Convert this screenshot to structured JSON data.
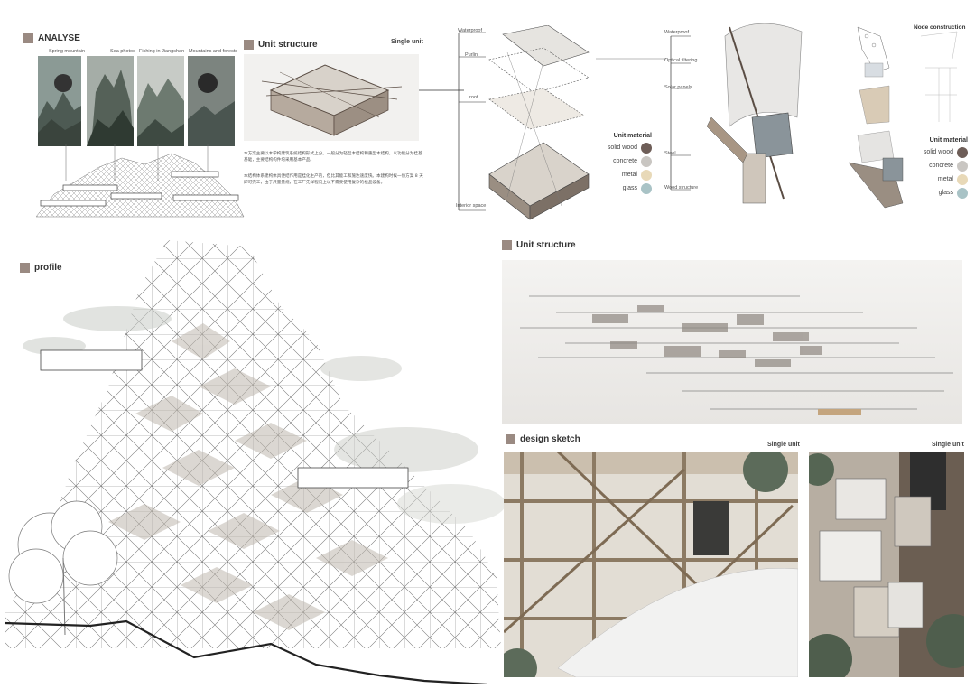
{
  "analyse": {
    "title": "ANALYSE",
    "chips": [
      {
        "label": "Spring mountain"
      },
      {
        "label": "Sea photos"
      },
      {
        "label": "Fishing in Jiangshan"
      },
      {
        "label": "Mountains and forests"
      }
    ]
  },
  "unit_structure_top": {
    "title": "Unit structure",
    "subtitle": "Single unit",
    "para1": "本方案主要以木学构建筑系统结构形式上分。一般分为轻型木结构和重型木结构，以功能分为桂基基础，主要结构构件均采用基本产品。",
    "para2": "本结构体系建构体具便结作用是桂化生产的，但比其能工和施达速度快。本建构时候一份方案 8 天即可完工，由于尺量量规，在工厂先详程向上以不需要使用复杂的桂品设备。"
  },
  "exploded": {
    "labels": [
      "Waterproof",
      "Purlin",
      "roof",
      "Interior space"
    ]
  },
  "node": {
    "labels_left": [
      "Waterproof",
      "Optical filtering",
      "Solar panels",
      "Steel",
      "Wood structure"
    ],
    "title": "Node construction"
  },
  "materials": {
    "title": "Unit material",
    "items": [
      {
        "name": "solid wood",
        "color": "#6e5e58"
      },
      {
        "name": "concrete",
        "color": "#c9c6c2"
      },
      {
        "name": "metal",
        "color": "#e8d9b8"
      },
      {
        "name": "glass",
        "color": "#a9c3c6"
      }
    ]
  },
  "materials_right": {
    "title": "Unit material",
    "items": [
      {
        "name": "solid wood",
        "color": "#6e5e58"
      },
      {
        "name": "concrete",
        "color": "#c9c6c2"
      },
      {
        "name": "metal",
        "color": "#e8d9b8"
      },
      {
        "name": "glass",
        "color": "#a9c3c6"
      }
    ]
  },
  "profile": {
    "title": "profile"
  },
  "unit_structure_mid": {
    "title": "Unit structure"
  },
  "design_sketch": {
    "title": "design sketch",
    "left_label": "Single unit",
    "right_label": "Single unit"
  }
}
